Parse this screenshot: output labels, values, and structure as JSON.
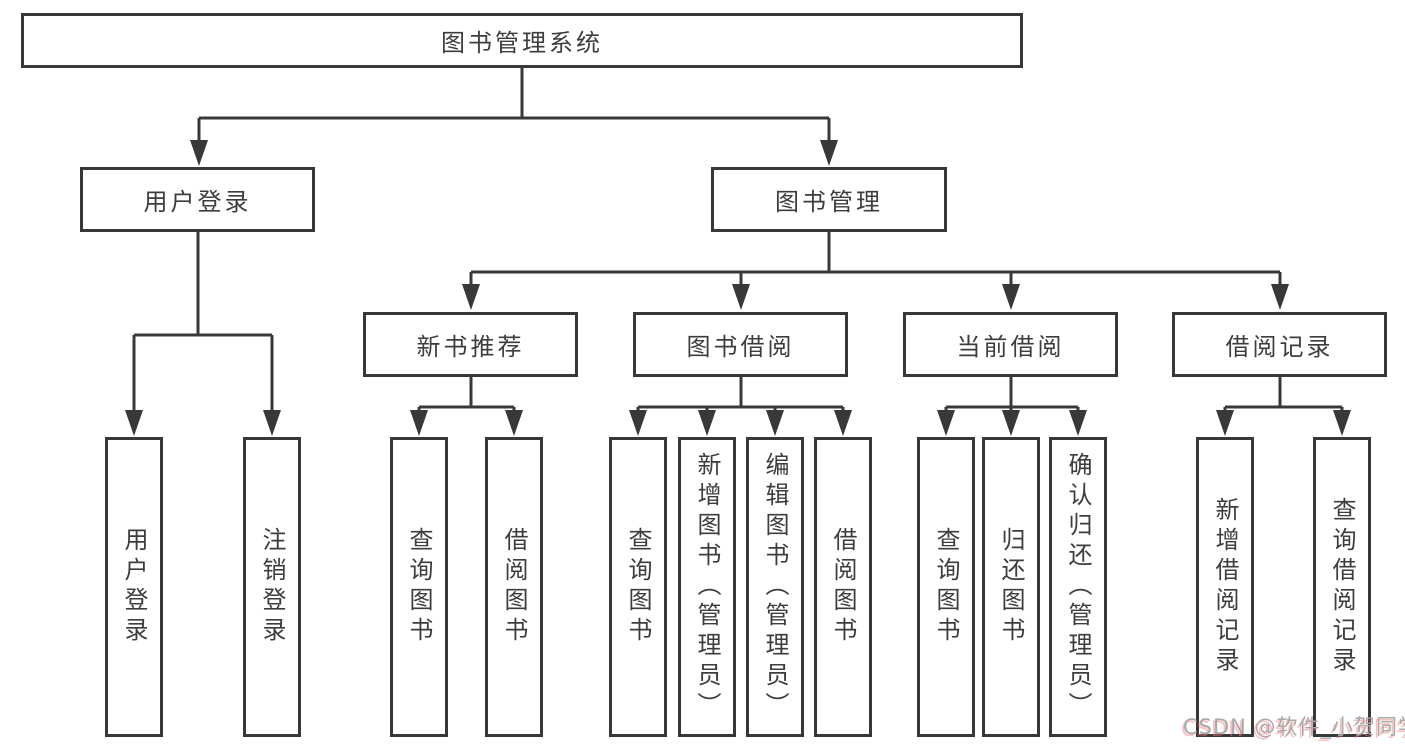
{
  "tree": {
    "root": {
      "label": "图书管理系统"
    },
    "branches": [
      {
        "label": "用户登录",
        "leaves": [
          {
            "label": "用户登录"
          },
          {
            "label": "注销登录"
          }
        ]
      },
      {
        "label": "图书管理",
        "groups": [
          {
            "label": "新书推荐",
            "leaves": [
              {
                "label": "查询图书"
              },
              {
                "label": "借阅图书"
              }
            ]
          },
          {
            "label": "图书借阅",
            "leaves": [
              {
                "label": "查询图书"
              },
              {
                "label": "新增图书（管理员）"
              },
              {
                "label": "编辑图书（管理员）"
              },
              {
                "label": "借阅图书"
              }
            ]
          },
          {
            "label": "当前借阅",
            "leaves": [
              {
                "label": "查询图书"
              },
              {
                "label": "归还图书"
              },
              {
                "label": "确认归还（管理员）"
              }
            ]
          },
          {
            "label": "借阅记录",
            "leaves": [
              {
                "label": "新增借阅记录"
              },
              {
                "label": "查询借阅记录"
              }
            ]
          }
        ]
      }
    ]
  },
  "watermark": {
    "text": "CSDN @软件_小贺同学"
  },
  "style": {
    "line_color": "#383838",
    "box_border_color": "#383838",
    "text_color": "#3d3d3d",
    "watermark_color": "#a9a9a9",
    "watermark_shadow_color": "#f77070",
    "background": "#ffffff"
  }
}
